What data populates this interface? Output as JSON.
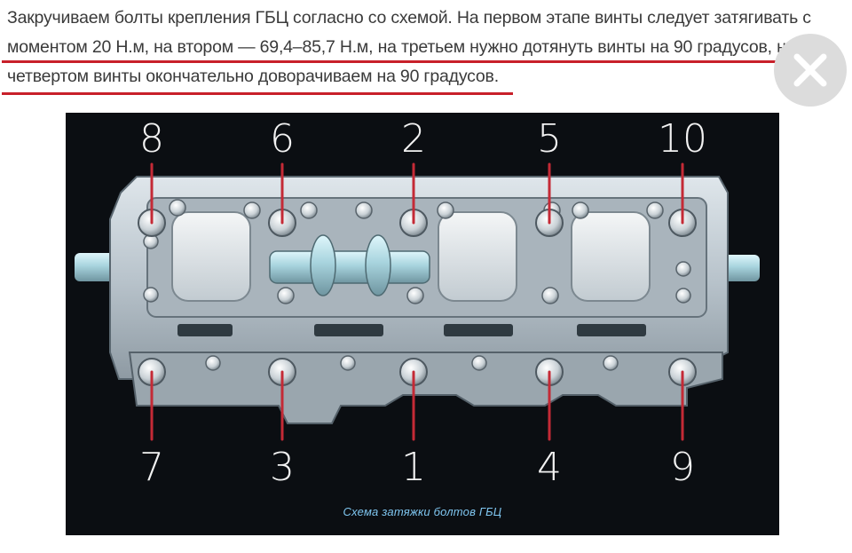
{
  "instruction": {
    "line1": "Закручиваем болты крепления ГБЦ согласно со схемой. На первом этапе винты следует затягивать с",
    "line2": "моментом 20 Н.м, на втором — 69,4–85,7 Н.м, на третьем нужно дотянуть винты на 90 градусов, на",
    "line3": "четвертом винты окончательно доворачиваем на 90 градусов."
  },
  "colors": {
    "underline": "#c8202a",
    "pointer": "#c42a36",
    "caption": "#7fc6f0"
  },
  "icons": {
    "close": "close-icon"
  },
  "diagram": {
    "caption": "Схема затяжки болтов ГБЦ",
    "top_bolts": [
      "8",
      "6",
      "2",
      "5",
      "10"
    ],
    "bottom_bolts": [
      "7",
      "3",
      "1",
      "4",
      "9"
    ]
  }
}
